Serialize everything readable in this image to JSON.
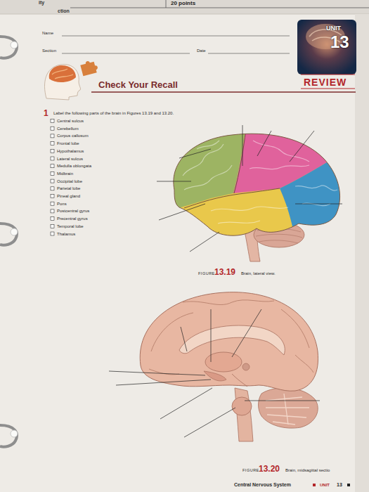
{
  "diagram": {
    "title": "Check Your Recall",
    "labels": [
      "ity",
      "ction",
      "20 points",
      "Name",
      "Section",
      "Date",
      "UNIT",
      "13",
      "REVIEW",
      "1",
      "Label the following parts of the brain in Figures 13.19 and 13.20.",
      "Central sulcus",
      "Cerebellum",
      "Corpus callosum",
      "Frontal lobe",
      "Hypothalamus",
      "Lateral sulcus",
      "Medulla oblongata",
      "Midbrain",
      "Occipital lobe",
      "Parietal lobe",
      "Pineal gland",
      "Pons",
      "Postcentral gyrus",
      "Precentral gyrus",
      "Temporal lobe",
      "Thalamus",
      "FIGURE",
      "13.19",
      "Brain, lateral view.",
      "FIGURE",
      "13.20",
      "Brain, midsagittal sectio",
      "Central Nervous System",
      "UNIT",
      "13"
    ]
  }
}
